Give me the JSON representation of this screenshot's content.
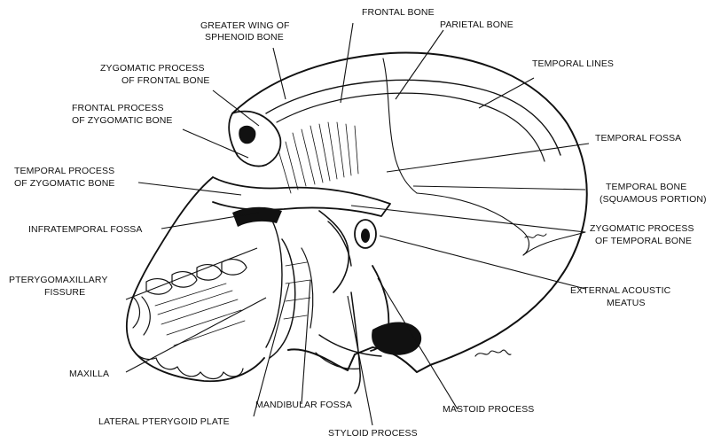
{
  "labels": {
    "frontal_bone": "FRONTAL BONE",
    "greater_wing_1": "GREATER WING OF",
    "greater_wing_2": "SPHENOID BONE",
    "parietal_bone": "PARIETAL BONE",
    "zygomatic_process_frontal_1": "ZYGOMATIC PROCESS",
    "zygomatic_process_frontal_2": "OF FRONTAL BONE",
    "temporal_lines": "TEMPORAL LINES",
    "frontal_process_zygomatic_1": "FRONTAL PROCESS",
    "frontal_process_zygomatic_2": "OF ZYGOMATIC BONE",
    "temporal_fossa": "TEMPORAL FOSSA",
    "temporal_process_zygomatic_1": "TEMPORAL PROCESS",
    "temporal_process_zygomatic_2": "OF ZYGOMATIC BONE",
    "temporal_bone_1": "TEMPORAL BONE",
    "temporal_bone_2": "(SQUAMOUS PORTION)",
    "infratemporal_fossa": "INFRATEMPORAL FOSSA",
    "zygomatic_process_temporal_1": "ZYGOMATIC PROCESS",
    "zygomatic_process_temporal_2": "OF TEMPORAL BONE",
    "pterygomaxillary_1": "PTERYGOMAXILLARY",
    "pterygomaxillary_2": "FISSURE",
    "external_acoustic_1": "EXTERNAL ACOUSTIC",
    "external_acoustic_2": "MEATUS",
    "maxilla": "MAXILLA",
    "mandibular_fossa": "MANDIBULAR FOSSA",
    "mastoid_process": "MASTOID PROCESS",
    "lateral_pterygoid_plate": "LATERAL PTERYGOID PLATE",
    "styloid_process": "STYLOID PROCESS"
  },
  "colors": {
    "ink": "#111111",
    "background": "#ffffff"
  }
}
